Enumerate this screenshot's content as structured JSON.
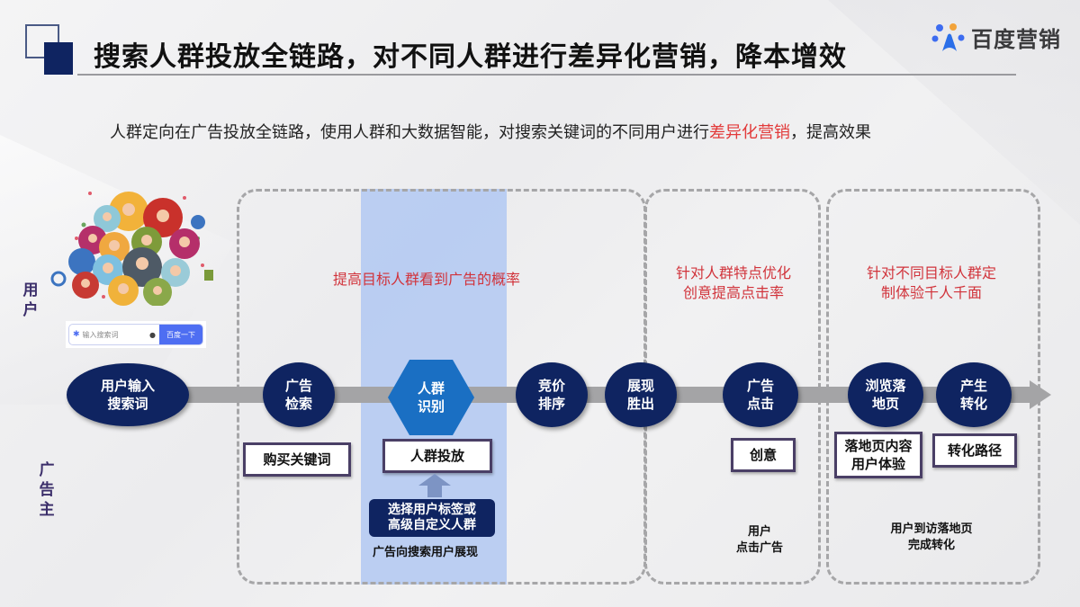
{
  "header": {
    "title": "搜索人群投放全链路，对不同人群进行差异化营销，降本增效",
    "brand": "百度营销",
    "subtitle_before": "人群定向在广告投放全链路，使用人群和大数据智能，对搜索关键词的不同用户进行",
    "subtitle_highlight": "差异化营销",
    "subtitle_after": "，提高效果"
  },
  "left": {
    "user_label": "用户",
    "advertiser_label": "广告主",
    "search_placeholder": "输入搜索词",
    "search_button": "百度一下"
  },
  "notes": {
    "note1": "提高目标人群看到广告的概率",
    "note2_line1": "针对人群特点优化",
    "note2_line2": "创意提高点击率",
    "note3_line1": "针对不同目标人群定",
    "note3_line2": "制体验千人千面"
  },
  "nodes": [
    {
      "l1": "用户输入",
      "l2": "搜索词"
    },
    {
      "l1": "广告",
      "l2": "检索"
    },
    {
      "l1": "人群",
      "l2": "识别"
    },
    {
      "l1": "竞价",
      "l2": "排序"
    },
    {
      "l1": "展现",
      "l2": "胜出"
    },
    {
      "l1": "广告",
      "l2": "点击"
    },
    {
      "l1": "浏览落",
      "l2": "地页"
    },
    {
      "l1": "产生",
      "l2": "转化"
    }
  ],
  "boxes": {
    "buy_keywords": "购买关键词",
    "crowd_delivery": "人群投放",
    "select_tags_l1": "选择用户标签或",
    "select_tags_l2": "高级自定义人群",
    "creative": "创意",
    "landing_l1": "落地页内容",
    "landing_l2": "用户体验",
    "conversion_path": "转化路径"
  },
  "captions": {
    "show_to_user": "广告向搜索用户展现",
    "user_click_l1": "用户",
    "user_click_l2": "点击广告",
    "convert_l1": "用户到访落地页",
    "convert_l2": "完成转化"
  },
  "colors": {
    "navy": "#0f2461",
    "hex_blue": "#1a6fc3",
    "highlight_red": "#e23a3a",
    "band_blue": "#b2c8f2"
  }
}
